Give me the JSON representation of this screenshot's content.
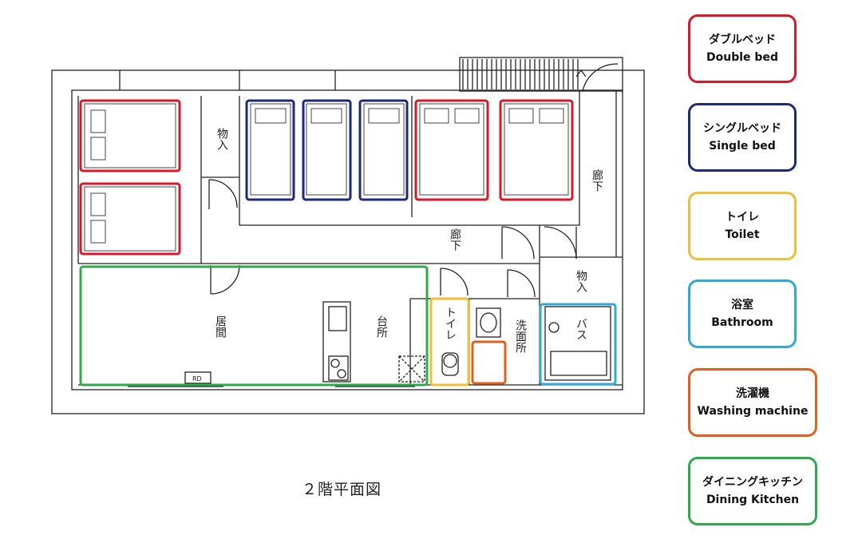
{
  "legend": [
    {
      "jp": "ダブルベッド",
      "en": "Double bed",
      "color": "#d7182a"
    },
    {
      "jp": "シングルベッド",
      "en": "Single bed",
      "color": "#1d2a78"
    },
    {
      "jp": "トイレ",
      "en": "Toilet",
      "color": "#efbe3a"
    },
    {
      "jp": "浴室",
      "en": "Bathroom",
      "color": "#32a8d8"
    },
    {
      "jp": "洗濯機",
      "en": "Washing machine",
      "color": "#e2601f"
    },
    {
      "jp": "ダイニングキッチン",
      "en": "Dining Kitchen",
      "color": "#2bac4a"
    }
  ],
  "rooms": {
    "storage": "物入",
    "hallway": "廊下",
    "living": "居間",
    "kitchen": "台所",
    "toilet": "トイレ",
    "washroom": "洗面所",
    "bath": "バス",
    "rd": "RD"
  },
  "caption": "２階平面図"
}
